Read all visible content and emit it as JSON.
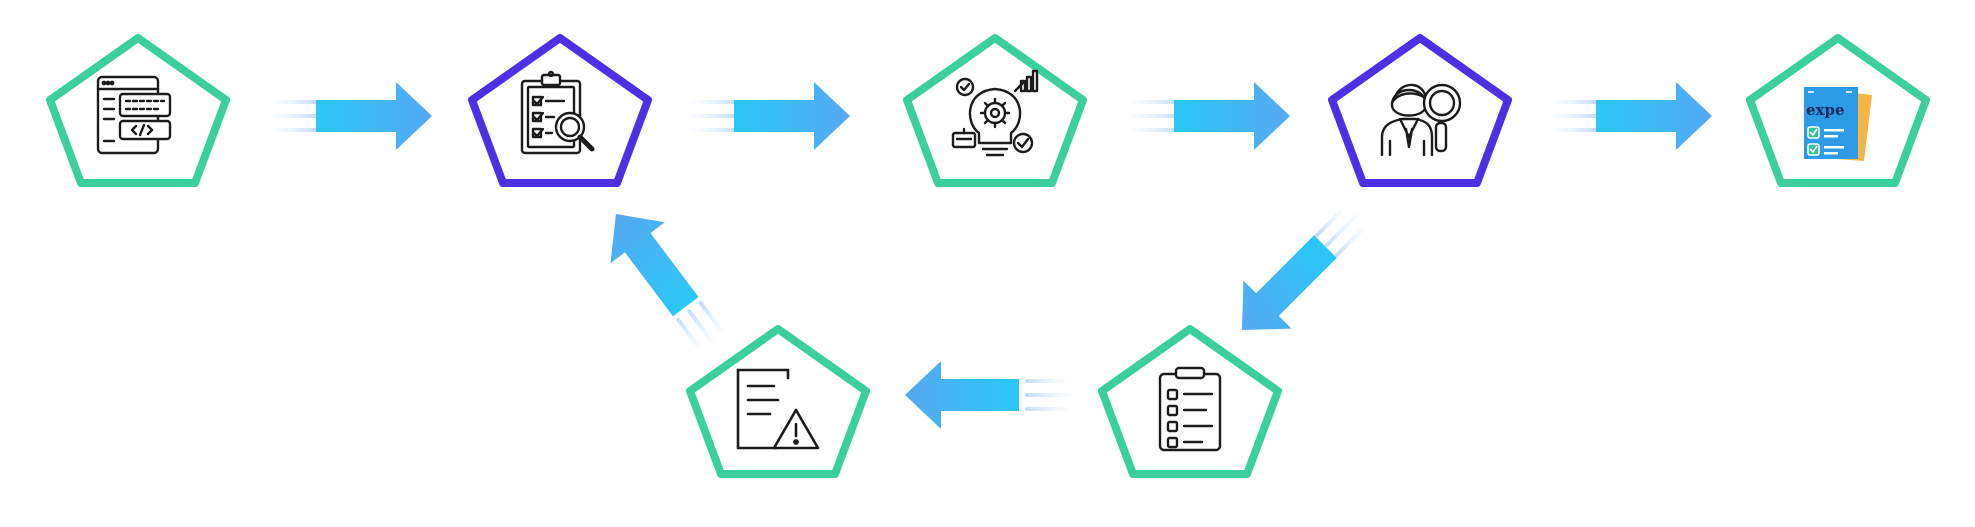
{
  "colors": {
    "green": "#3ACF9D",
    "purple": "#4F2FE3",
    "arrow_start": "#2AC8F6",
    "arrow_end": "#55A8F2",
    "trail": "#CFE2F8",
    "icon_stroke": "#1B1B1B",
    "doc_blue": "#2E9BE6",
    "doc_back": "#F5B544",
    "check_green": "#35C28E"
  },
  "nodes": [
    {
      "id": "code-review",
      "icon": "code-window-icon",
      "border": "green"
    },
    {
      "id": "checklist-inspection",
      "icon": "clipboard-search-icon",
      "border": "purple"
    },
    {
      "id": "strategy",
      "icon": "bulb-gear-icon",
      "border": "green"
    },
    {
      "id": "expert-review",
      "icon": "person-magnifier-icon",
      "border": "purple"
    },
    {
      "id": "report",
      "icon": "report-document-icon",
      "border": "green"
    },
    {
      "id": "task-list",
      "icon": "clipboard-list-icon",
      "border": "green"
    },
    {
      "id": "issue-log",
      "icon": "document-warning-icon",
      "border": "green"
    }
  ],
  "report_doc": {
    "text": "expe"
  },
  "edges": [
    {
      "from": "code-review",
      "to": "checklist-inspection",
      "direction": "right"
    },
    {
      "from": "checklist-inspection",
      "to": "strategy",
      "direction": "right"
    },
    {
      "from": "strategy",
      "to": "expert-review",
      "direction": "right"
    },
    {
      "from": "expert-review",
      "to": "report",
      "direction": "right"
    },
    {
      "from": "expert-review",
      "to": "task-list",
      "direction": "down-left"
    },
    {
      "from": "task-list",
      "to": "issue-log",
      "direction": "left"
    },
    {
      "from": "issue-log",
      "to": "checklist-inspection",
      "direction": "up-left"
    }
  ]
}
